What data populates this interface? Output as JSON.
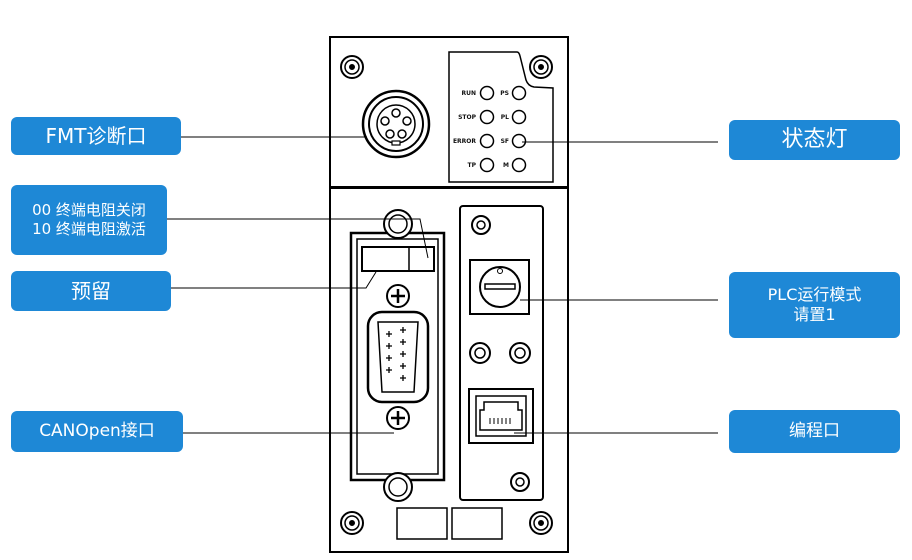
{
  "callouts": {
    "fmt": "FMT诊断口",
    "terminator_line1": "00 终端电阻关闭",
    "terminator_line2": "10 终端电阻激活",
    "reserved": "预留",
    "canopen": "CANOpen接口",
    "status_lights": "状态灯",
    "plc_mode_line1": "PLC运行模式",
    "plc_mode_line2": "请置1",
    "programming_port": "编程口"
  },
  "leds": {
    "left": [
      "RUN",
      "STOP",
      "ERROR",
      "TP"
    ],
    "right": [
      "PS",
      "PL",
      "SF",
      "M"
    ]
  },
  "colors": {
    "callout_bg": "#1e88d6",
    "callout_text": "#ffffff",
    "device_outline": "#000000"
  }
}
